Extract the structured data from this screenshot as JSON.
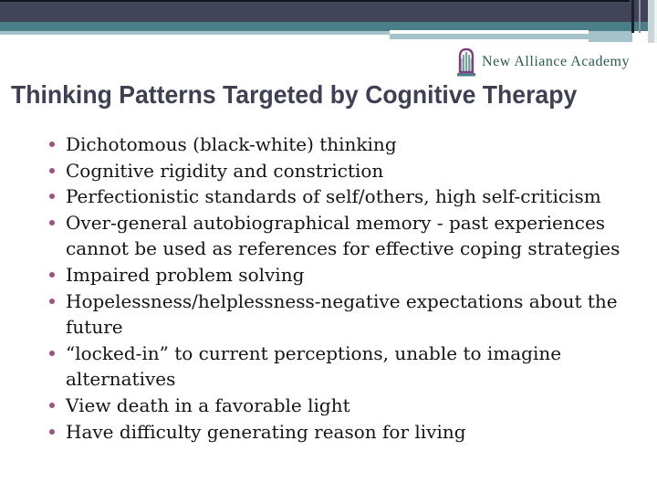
{
  "slide": {
    "title": "Thinking Patterns Targeted by Cognitive Therapy",
    "logo": {
      "name": "New Alliance Academy"
    },
    "bullets": [
      "Dichotomous (black-white) thinking",
      "Cognitive rigidity and constriction",
      "Perfectionistic standards of self/others, high self-criticism",
      "Over-general autobiographical memory - past experiences\ncannot be used as references for effective coping strategies",
      "Impaired problem solving",
      "Hopelessness/helplessness-negative expectations about the\nfuture",
      "“locked-in” to current perceptions, unable to imagine\nalternatives",
      "View death in a favorable light",
      "Have difficulty generating reason for living"
    ],
    "colors": {
      "slate_bar": "#42455A",
      "teal_bar": "#4A7F89",
      "light_teal_bar": "#A3C2C9",
      "pale_right_column": "#C9D5D9",
      "bullet_dot": "#9B537F",
      "title_text": "#3E4154",
      "body_text": "#141414",
      "logo_text": "#2A5B51",
      "logo_frame": "#823E80"
    }
  }
}
